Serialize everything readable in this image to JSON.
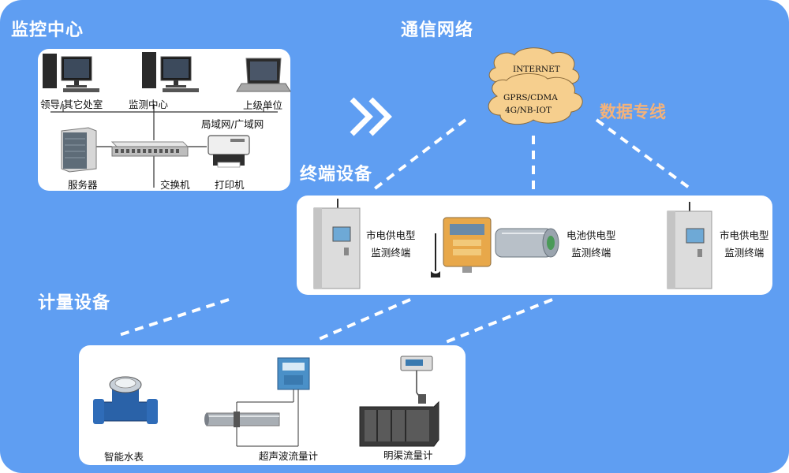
{
  "headings": {
    "monitoring_center": "监控中心",
    "network": "通信网络",
    "terminal_devices": "终端设备",
    "metering_devices": "计量设备",
    "dedicated_line": "数据专线"
  },
  "monitoring_center": {
    "leader_office": "领导/其它处室",
    "monitor_center": "监测中心",
    "superior_unit": "上级单位",
    "lan_wan": "局域网/广域网",
    "server": "服务器",
    "switch": "交换机",
    "printer": "打印机"
  },
  "network": {
    "internet": "INTERNET",
    "gprs_cdma": "GPRS/CDMA",
    "nbiot": "4G/NB-IOT"
  },
  "terminal": {
    "mains_line1": "市电供电型",
    "mains_line2": "监测终端",
    "battery_line1": "电池供电型",
    "battery_line2": "监测终端",
    "mains2_line1": "市电供电型",
    "mains2_line2": "监测终端"
  },
  "metering": {
    "smart_meter": "智能水表",
    "ultrasonic": "超声波流量计",
    "open_channel": "明渠流量计"
  },
  "colors": {
    "background": "#5f9ef2",
    "panel": "#ffffff",
    "accent_orange": "#f3b27b",
    "cloud_fill": "#f6cf8e"
  }
}
